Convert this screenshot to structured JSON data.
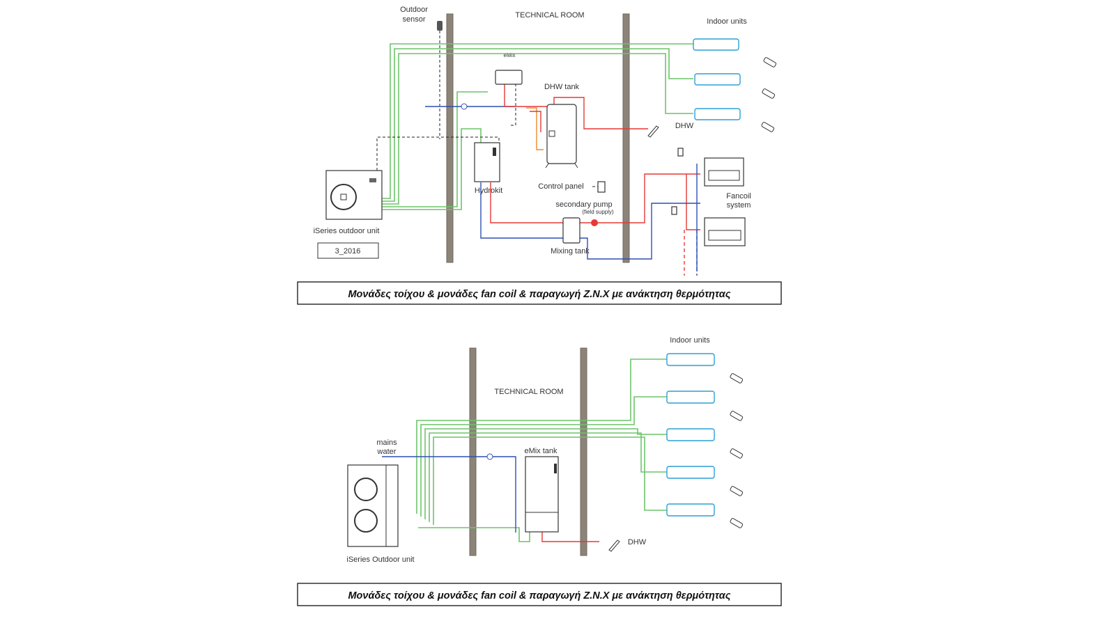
{
  "diagram1": {
    "outdoor_sensor": "Outdoor\nsensor",
    "technical_room": "TECHNICAL ROOM",
    "indoor_units": "Indoor units",
    "emix": "eMix",
    "dhw_tank": "DHW tank",
    "dhw": "DHW",
    "hydrokit": "Hydrokit",
    "control_panel": "Control panel",
    "secondary_pump": "secondary pump",
    "field_supply": "(field supply)",
    "fancoil_system": "Fancoil\nsystem",
    "mixing_tank": "Mixing tank",
    "outdoor_unit": "iSeries outdoor unit",
    "model_code": "3_2016",
    "caption": "Μονάδες τοίχου & μονάδες fan coil & παραγωγή Ζ.Ν.Χ με ανάκτηση θερμότητας"
  },
  "diagram2": {
    "indoor_units": "Indoor units",
    "technical_room": "TECHNICAL ROOM",
    "mains_water": "mains\nwater",
    "emix_tank": "eMix tank",
    "dhw": "DHW",
    "outdoor_unit": "iSeries Outdoor unit",
    "caption": "Μονάδες τοίχου & μονάδες fan coil & παραγωγή Ζ.Ν.Χ με ανάκτηση θερμότητας"
  },
  "colors": {
    "refrigerant_line": "#6dc46a",
    "hot_water": "#e53935",
    "cold_water": "#2f4fb3",
    "dhw_loop": "#f08a2a",
    "indoor_unit_outline": "#2a9fd6",
    "wall": "#8c8478"
  },
  "icons": {
    "remote": "remote-control-icon",
    "tap": "tap-icon",
    "thermostat": "thermostat-icon",
    "fan": "fan-icon"
  }
}
